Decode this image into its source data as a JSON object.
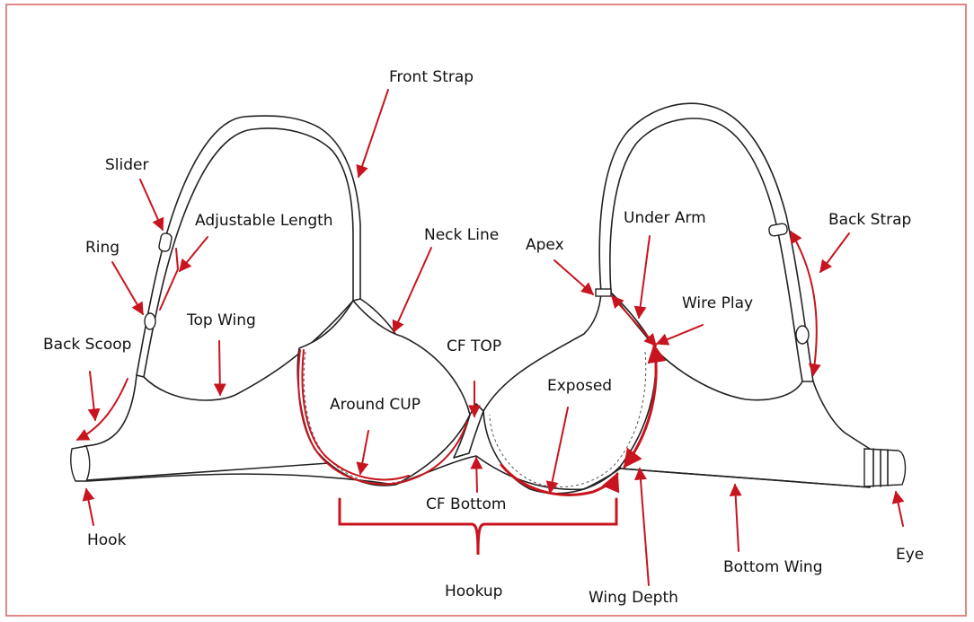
{
  "labels": {
    "front_strap": "Front Strap",
    "slider": "Slider",
    "adjustable_length": "Adjustable Length",
    "ring": "Ring",
    "neck_line": "Neck Line",
    "apex": "Apex",
    "under_arm": "Under Arm",
    "back_strap": "Back Strap",
    "top_wing": "Top Wing",
    "back_scoop": "Back Scoop",
    "wire_play": "Wire Play",
    "cf_top": "CF TOP",
    "around_cup": "Around CUP",
    "exposed": "Exposed",
    "hook": "Hook",
    "cf_bottom": "CF Bottom",
    "hookup": "Hookup",
    "bottom_wing": "Bottom Wing",
    "eye": "Eye",
    "wing_depth": "Wing Depth"
  },
  "colors": {
    "annotation": "#c8141e",
    "outline": "#222222",
    "frame": "#e08888"
  }
}
